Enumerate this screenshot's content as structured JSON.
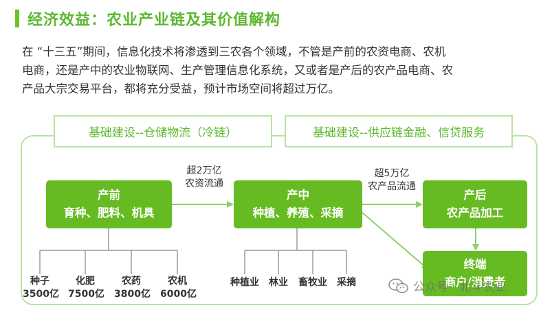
{
  "title": "经济效益：农业产业链及其价值解构",
  "intro": {
    "line1": "在 “十三五”期间，信息化技术将渗透到三农各个领域，不管是产前的农资电商、农机",
    "line2": "电商，还是产中的农业物联网、生产管理信息化系统，又或者是产后的农产品电商、农",
    "line3": "产品大宗交易平台，都将充分受益，预计市场空间将超过万亿。"
  },
  "infrastructure": {
    "left": "基础建设--仓储物流（冷链）",
    "right": "基础建设--供应链金融、信贷服务"
  },
  "stages": {
    "pre": {
      "title": "产前",
      "subtitle": "育种、肥料、机具"
    },
    "mid": {
      "title": "产中",
      "subtitle": "种植、养殖、采摘"
    },
    "post": {
      "title": "产后",
      "subtitle": "农产品加工"
    },
    "end": {
      "title": "终端",
      "subtitle": "商户/消费者"
    }
  },
  "flows": {
    "pre_to_mid": {
      "amount": "超2万亿",
      "label": "农资流通"
    },
    "mid_to_post": {
      "amount": "超5万亿",
      "label": "农产品流通"
    }
  },
  "pre_items": [
    {
      "name": "种子",
      "value": "3500亿"
    },
    {
      "name": "化肥",
      "value": "7500亿"
    },
    {
      "name": "农药",
      "value": "3800亿"
    },
    {
      "name": "农机",
      "value": "6000亿"
    }
  ],
  "mid_items": [
    {
      "name": "种植业"
    },
    {
      "name": "林业"
    },
    {
      "name": "畜牧业"
    },
    {
      "name": "采摘"
    }
  ],
  "watermark": "公众号 · 北斗农业",
  "colors": {
    "accent": "#66bb22",
    "title": "#5cb82e",
    "border": "#b9e3a0",
    "line": "#8fcf6a"
  }
}
